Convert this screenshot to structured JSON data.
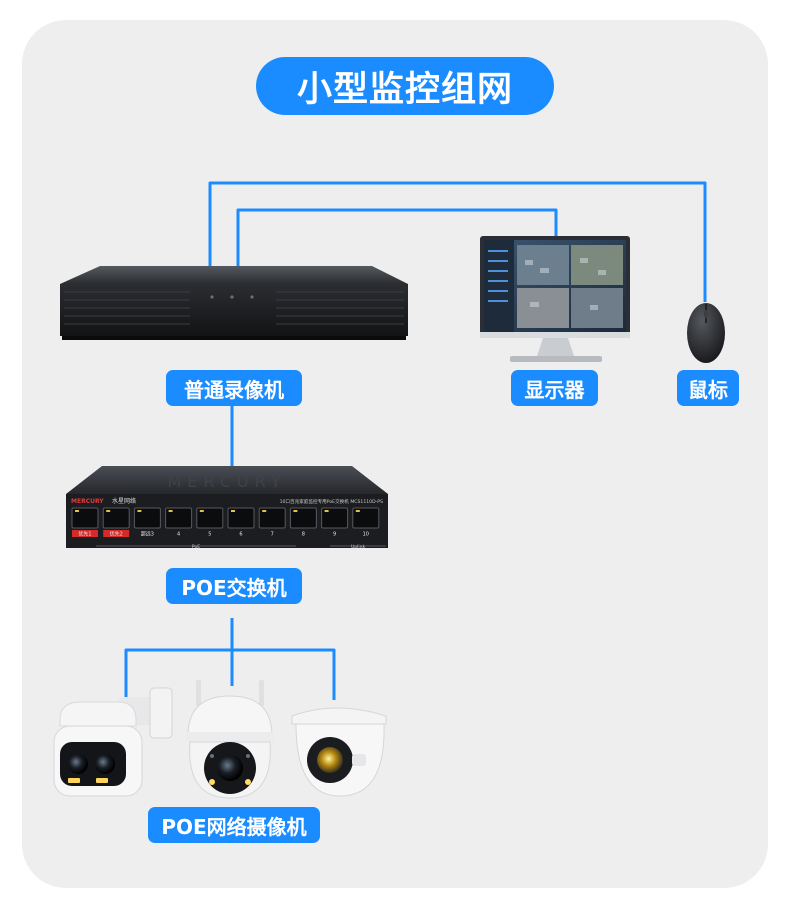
{
  "title": "小型监控组网",
  "devices": {
    "nvr": {
      "label": "普通录像机"
    },
    "monitor": {
      "label": "显示器"
    },
    "mouse": {
      "label": "鼠标"
    },
    "switch": {
      "label": "POE交换机",
      "brand_en": "MERCURY",
      "brand_cn": "水星网络",
      "model_text": "10口百兆家庭监控专用PoE交换机 MCS1110D-PS",
      "ports": [
        "优先1",
        "优先2",
        "超远3",
        "4",
        "5",
        "6",
        "7",
        "8",
        "9",
        "10"
      ],
      "group_poe": "PoE",
      "group_uplink": "Uplink"
    },
    "cameras": {
      "label": "POE网络摄像机"
    }
  },
  "colors": {
    "accent": "#1a8cff",
    "line": "#1a8cff",
    "card_bg": "#eeeeef",
    "device_dark": "#1e2023"
  }
}
